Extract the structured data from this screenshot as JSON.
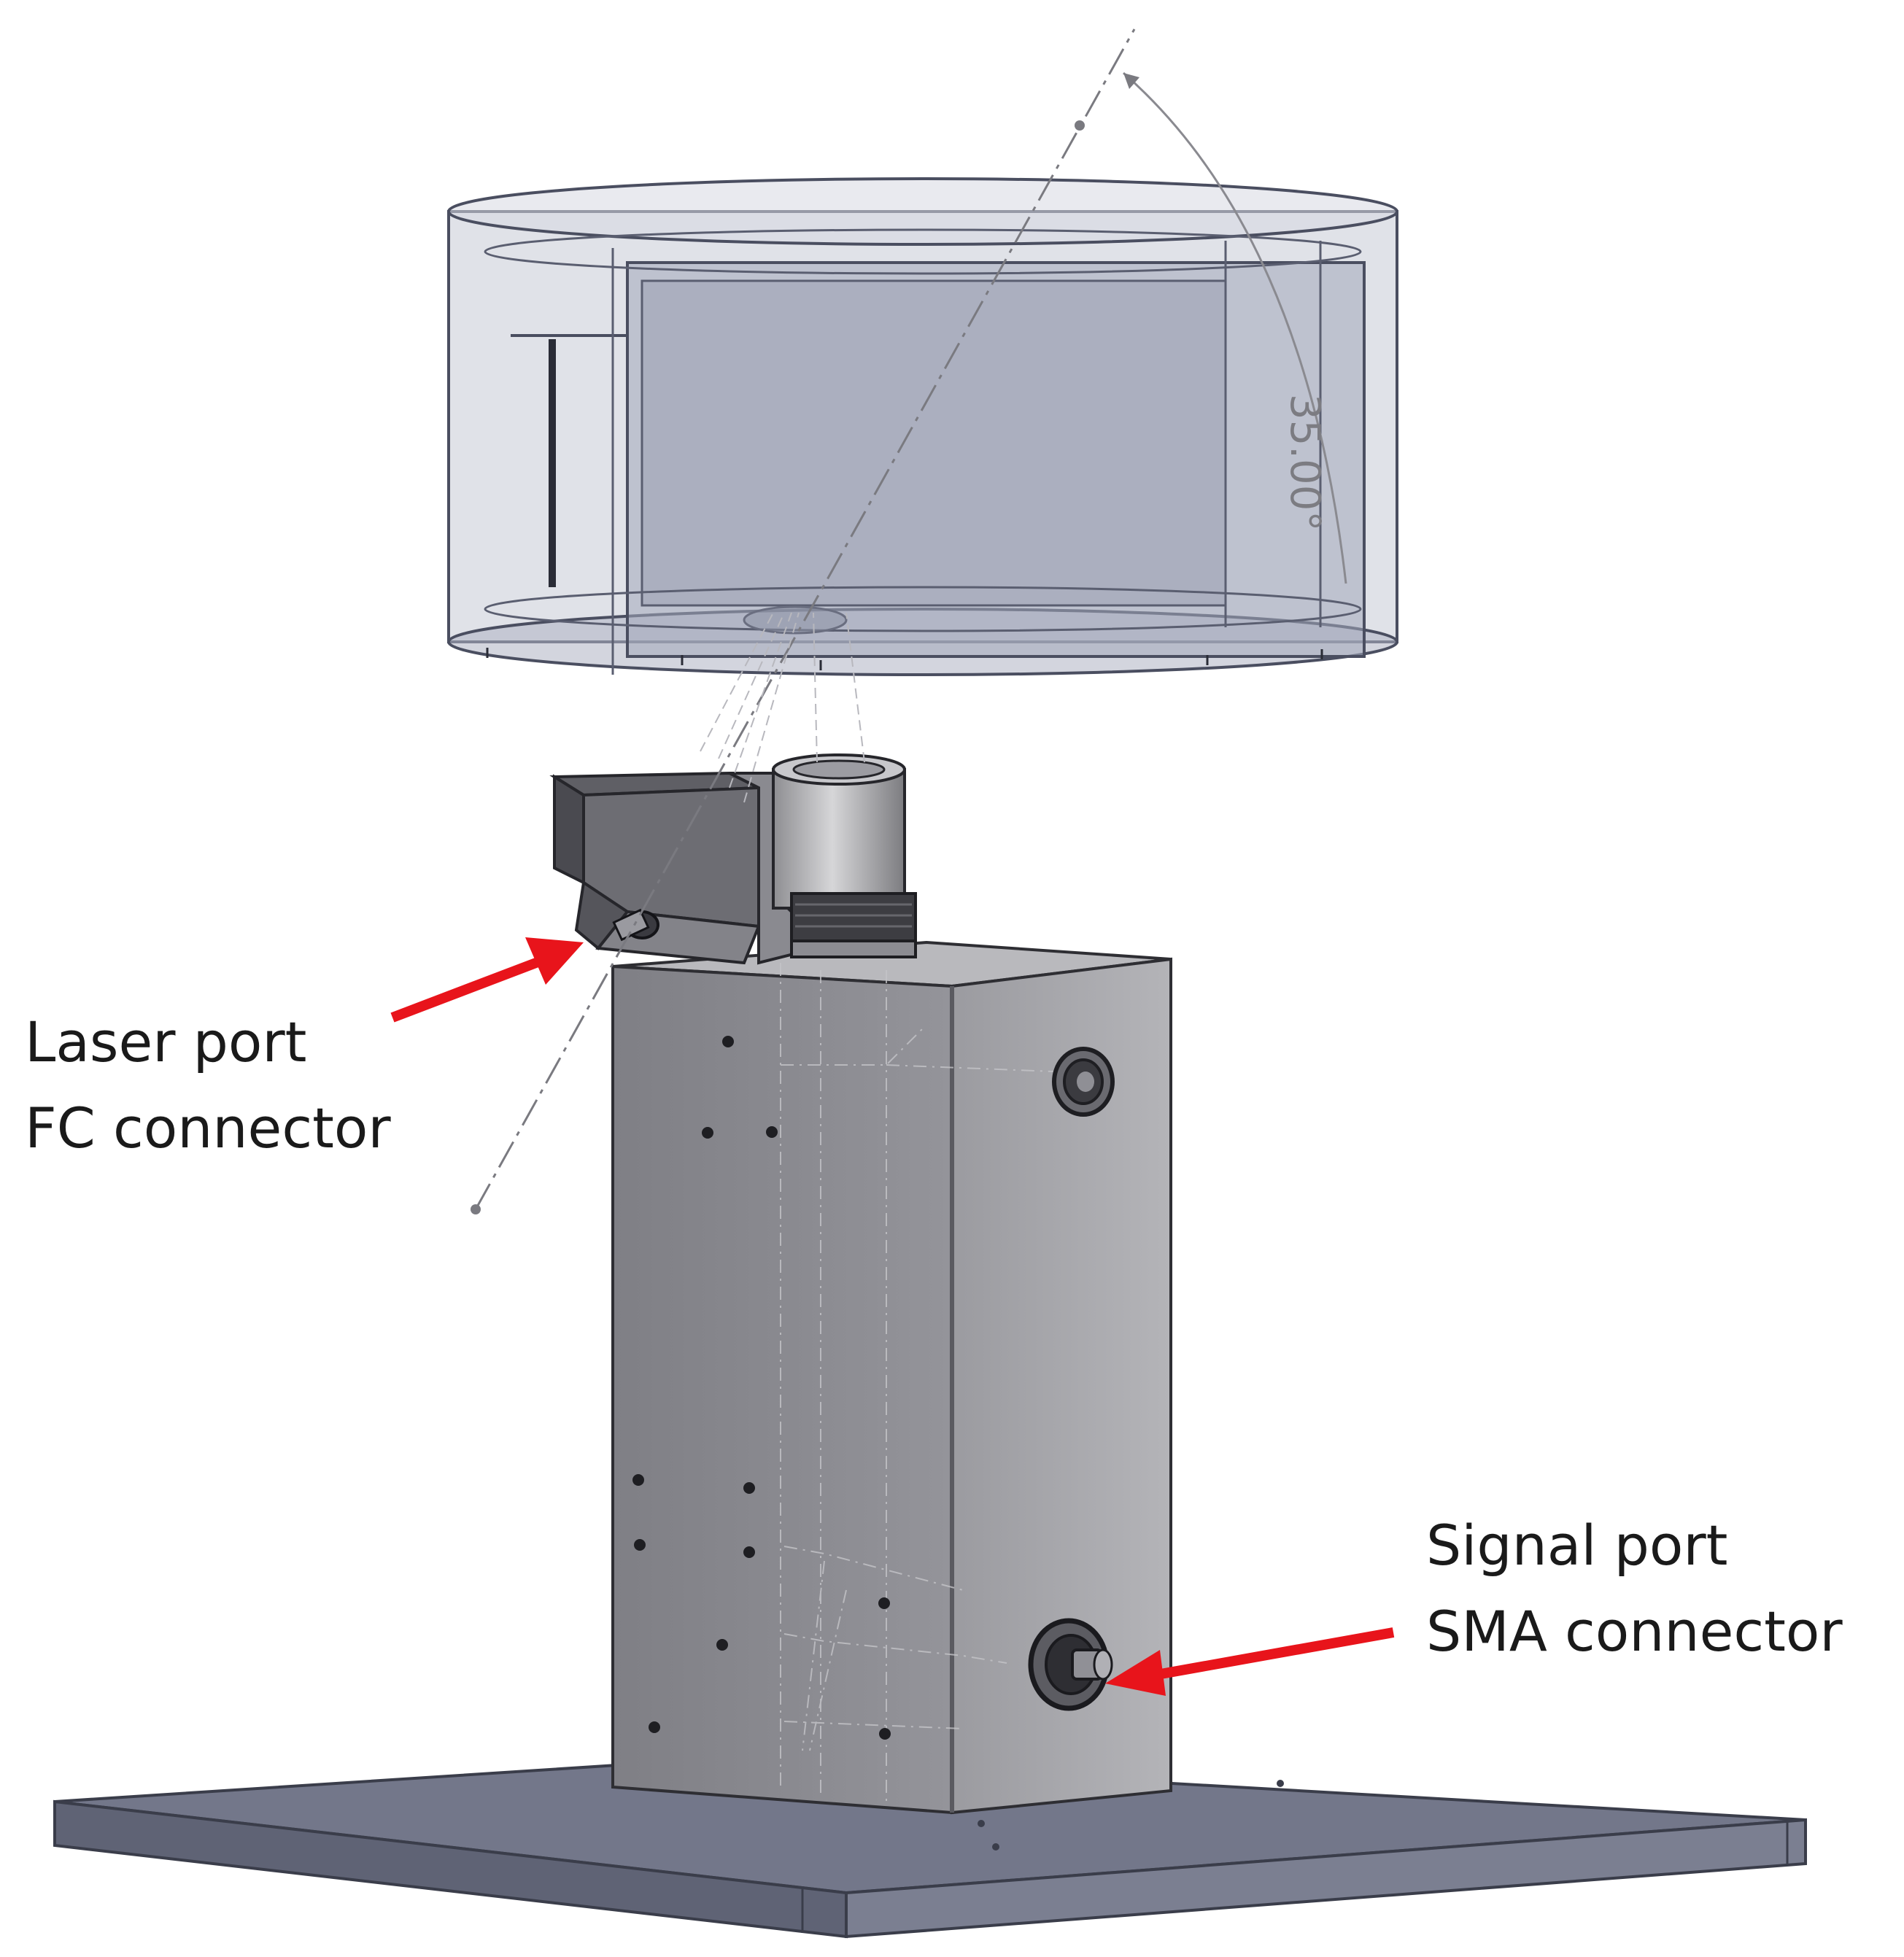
{
  "annotations": {
    "laser": {
      "line1": "Laser port",
      "line2": "FC connector"
    },
    "signal": {
      "line1": "Signal port",
      "line2": "SMA connector"
    }
  },
  "cad_dimension": {
    "angle": "35.00°"
  },
  "colors": {
    "arrow": "#e8141b",
    "base_plate": "#6f7386",
    "body_front": "#8b8b90",
    "body_side": "#a4a4a8",
    "bracket": "#6d6d73",
    "transparent_housing": "#9aa1b4"
  }
}
